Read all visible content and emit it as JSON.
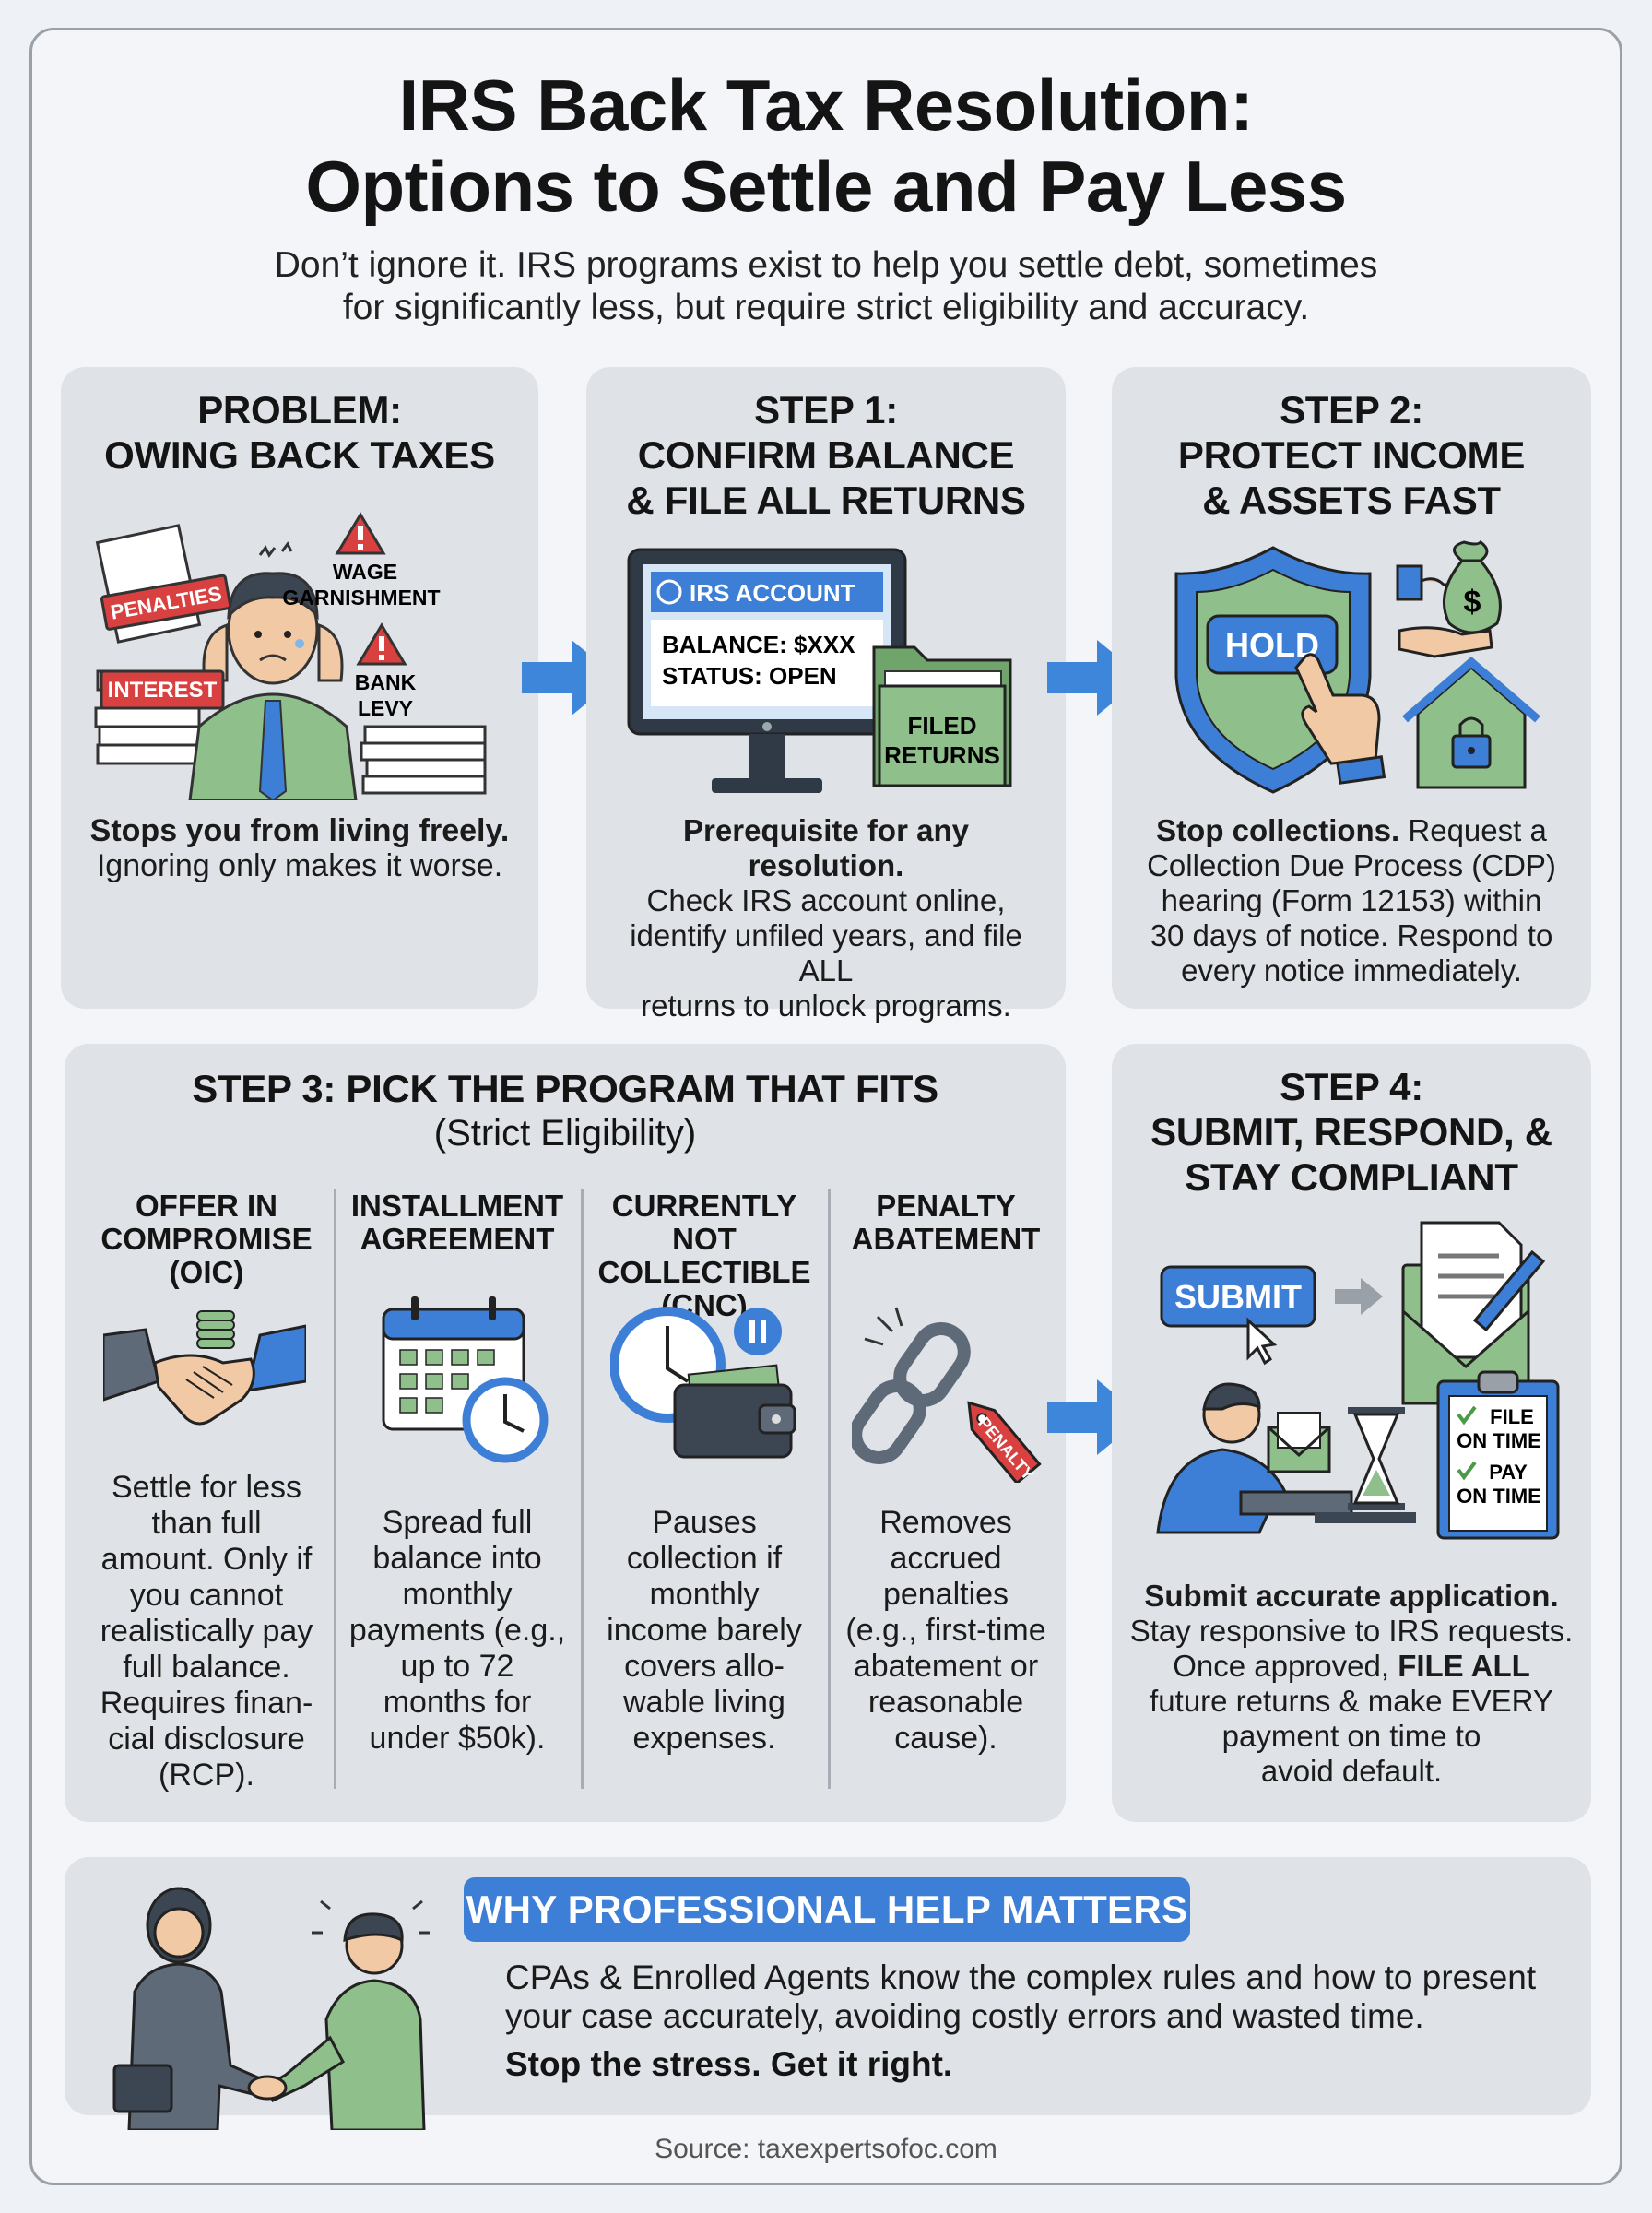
{
  "header": {
    "title_line1": "IRS Back Tax Resolution:",
    "title_line2": "Options to Settle and Pay Less",
    "subtitle_line1": "Don’t ignore it. IRS programs exist to help you settle debt, sometimes",
    "subtitle_line2": "for significantly less, but require strict eligibility and accuracy."
  },
  "problem": {
    "heading_line1": "PROBLEM:",
    "heading_line2": "OWING BACK TAXES",
    "labels": {
      "penalties": "PENALTIES",
      "interest": "INTEREST",
      "wage1": "WAGE",
      "wage2": "GARNISHMENT",
      "bank1": "BANK",
      "bank2": "LEVY"
    },
    "text_bold": "Stops you from living freely.",
    "text": "Ignoring only makes it worse."
  },
  "step1": {
    "heading_line1": "STEP 1:",
    "heading_line2": "CONFIRM BALANCE",
    "heading_line3": "& FILE ALL RETURNS",
    "screen_title": "IRS ACCOUNT",
    "balance": "BALANCE: $XXX",
    "status": "STATUS: OPEN",
    "folder1": "FILED",
    "folder2": "RETURNS",
    "text_bold": "Prerequisite for any resolution.",
    "text_l1": "Check IRS account online,",
    "text_l2": "identify unfiled years, and file ALL",
    "text_l3": "returns to unlock programs."
  },
  "step2": {
    "heading_line1": "STEP 2:",
    "heading_line2": "PROTECT INCOME",
    "heading_line3": "& ASSETS FAST",
    "hold": "HOLD",
    "text_bold": "Stop collections.",
    "text_l0": "Request a",
    "text_l1": "Collection Due Process (CDP)",
    "text_l2": "hearing (Form 12153) within",
    "text_l3": "30 days of notice. Respond to",
    "text_l4": "every notice immediately."
  },
  "step3": {
    "heading": "STEP 3: PICK THE PROGRAM THAT FITS",
    "subheading": "(Strict Eligibility)",
    "programs": [
      {
        "h1": "OFFER IN",
        "h2": "COMPROMISE",
        "h3": "(OIC)",
        "lines": [
          "Settle for less",
          "than full",
          "amount. Only if",
          "you cannot",
          "realistically pay",
          "full balance.",
          "Requires finan-",
          "cial disclosure",
          "(RCP)."
        ]
      },
      {
        "h1": "INSTALLMENT",
        "h2": "AGREEMENT",
        "h3": "",
        "lines": [
          "Spread full",
          "balance into",
          "monthly",
          "payments (e.g.,",
          "up to 72",
          "months for",
          "under $50k)."
        ]
      },
      {
        "h1": "CURRENTLY NOT",
        "h2": "COLLECTIBLE",
        "h3": "(CNC)",
        "lines": [
          "Pauses",
          "collection if",
          "monthly",
          "income barely",
          "covers allo-",
          "wable living",
          "expenses."
        ]
      },
      {
        "h1": "PENALTY",
        "h2": "ABATEMENT",
        "h3": "",
        "lines": [
          "Removes",
          "accrued",
          "penalties",
          "(e.g., first-time",
          "abatement or",
          "reasonable",
          "cause)."
        ]
      }
    ],
    "penalty_tag": "PENALTY"
  },
  "step4": {
    "heading_line1": "STEP 4:",
    "heading_line2": "SUBMIT, RESPOND, &",
    "heading_line3": "STAY COMPLIANT",
    "submit_label": "SUBMIT",
    "check1a": "FILE",
    "check1b": "ON TIME",
    "check2a": "PAY",
    "check2b": "ON TIME",
    "text_bold1": "Submit accurate application.",
    "text_l1": "Stay responsive to IRS requests.",
    "text_l2a": "Once approved, ",
    "text_l2b": "FILE ALL",
    "text_l3": "future returns & make EVERY",
    "text_l4": "payment on time to",
    "text_l5": "avoid default."
  },
  "why": {
    "badge": "WHY PROFESSIONAL HELP MATTERS",
    "text_l1": "CPAs & Enrolled Agents know the complex rules and how to present",
    "text_l2": "your case accurately, avoiding costly errors and wasted time.",
    "text_bold": "Stop the stress. Get it right."
  },
  "source": "Source: taxexpertsofoc.com",
  "colors": {
    "accent_blue": "#3d7fd6",
    "alert_red": "#d94040",
    "card_gray": "#dfe2e7",
    "green": "#8fbf8a"
  }
}
